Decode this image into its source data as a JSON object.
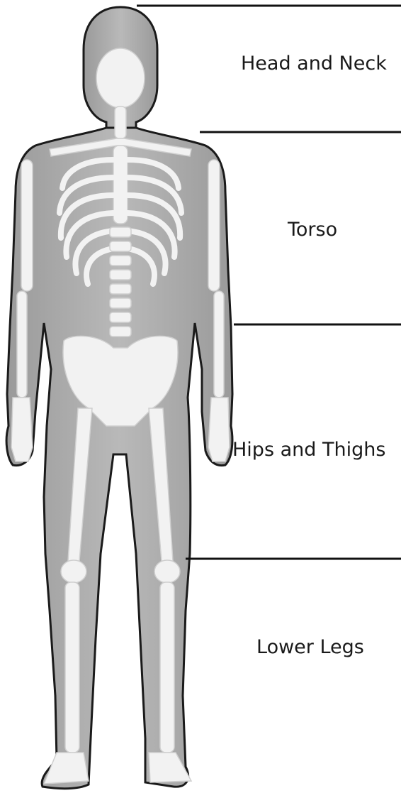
{
  "regions": [
    {
      "id": "head_and_neck",
      "label": "Head and Neck"
    },
    {
      "id": "torso",
      "label": "Torso"
    },
    {
      "id": "hips_and_thighs",
      "label": "Hips and Thighs"
    },
    {
      "id": "lower_legs",
      "label": "Lower Legs"
    }
  ],
  "colors": {
    "background": "#ffffff",
    "body_fill": "#a9a9a9",
    "body_outline": "#1a1a1a",
    "bone": "#f2f2f2",
    "divider": "#111111",
    "label_text": "#1a1a1a"
  }
}
